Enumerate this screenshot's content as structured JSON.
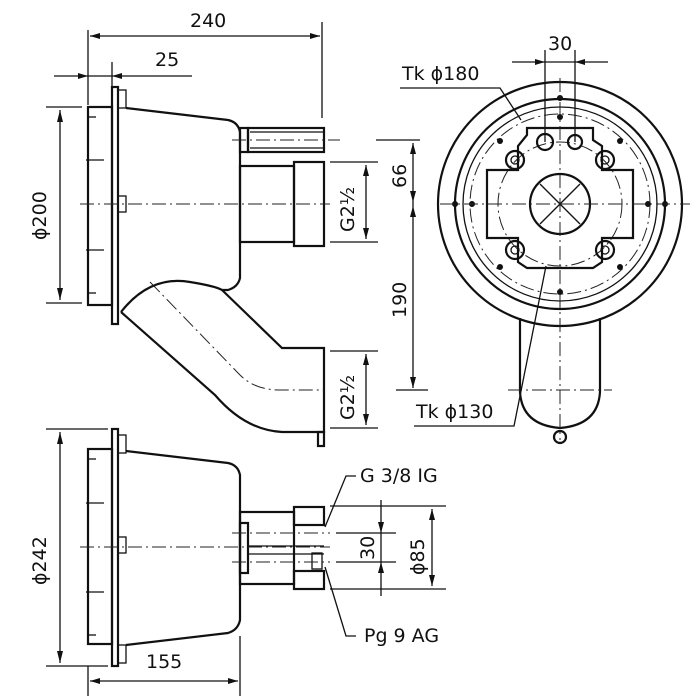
{
  "title": "Technical drawing - wall mounted housing",
  "dimensions": {
    "overall_length": "240",
    "flange_depth": "25",
    "diameter_top": "ϕ200",
    "thread_upper": "G2½",
    "thread_lower": "G2½",
    "offset_66": "66",
    "offset_190": "190",
    "width_30_top": "30",
    "bolt_circle_180": "Tk ϕ180",
    "bolt_circle_130": "Tk ϕ130",
    "diameter_bottom": "ϕ242",
    "depth_155": "155",
    "thread_ig": "G 3/8 IG",
    "thread_ag": "Pg 9 AG",
    "spacing_30": "30",
    "diameter_85": "ϕ85"
  },
  "colors": {
    "line": "#111111",
    "background": "#ffffff"
  }
}
